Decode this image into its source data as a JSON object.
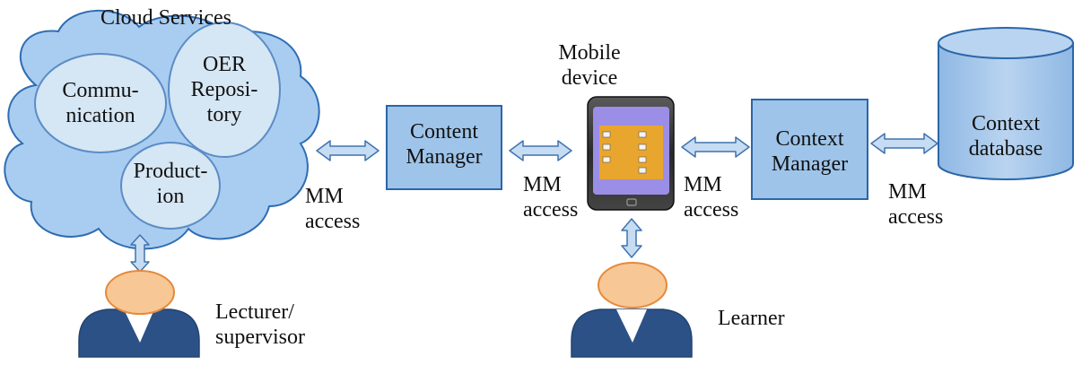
{
  "cloud": {
    "title": "Cloud Services",
    "bubbles": {
      "communication": [
        "Commu-",
        "nication"
      ],
      "oer": [
        "OER",
        "Reposi-",
        "tory"
      ],
      "production": [
        "Product-",
        "ion"
      ]
    }
  },
  "content_manager": [
    "Content",
    "Manager"
  ],
  "mobile_device": {
    "label": [
      "Mobile",
      "device"
    ]
  },
  "context_manager": [
    "Context",
    "Manager"
  ],
  "context_database": [
    "Context",
    "database"
  ],
  "access_label": [
    "MM",
    "access"
  ],
  "people": {
    "lecturer": [
      "Lecturer/",
      "supervisor"
    ],
    "learner": "Learner"
  },
  "colors": {
    "cloud_fill": "#a9cdf0",
    "cloud_stroke": "#2f6db3",
    "bubble_fill": "#d5e6f4",
    "box_fill": "#9ec4ea",
    "box_stroke": "#2b66a8",
    "arrow_fill": "#c6dcf2",
    "arrow_stroke": "#3f73b0",
    "head_fill": "#f8c796",
    "head_stroke": "#e58a3a",
    "body_fill": "#2c5187",
    "phone_body": "#2f2f2f",
    "phone_frame": "#9b8ee6",
    "phone_screen": "#e8a62e"
  }
}
